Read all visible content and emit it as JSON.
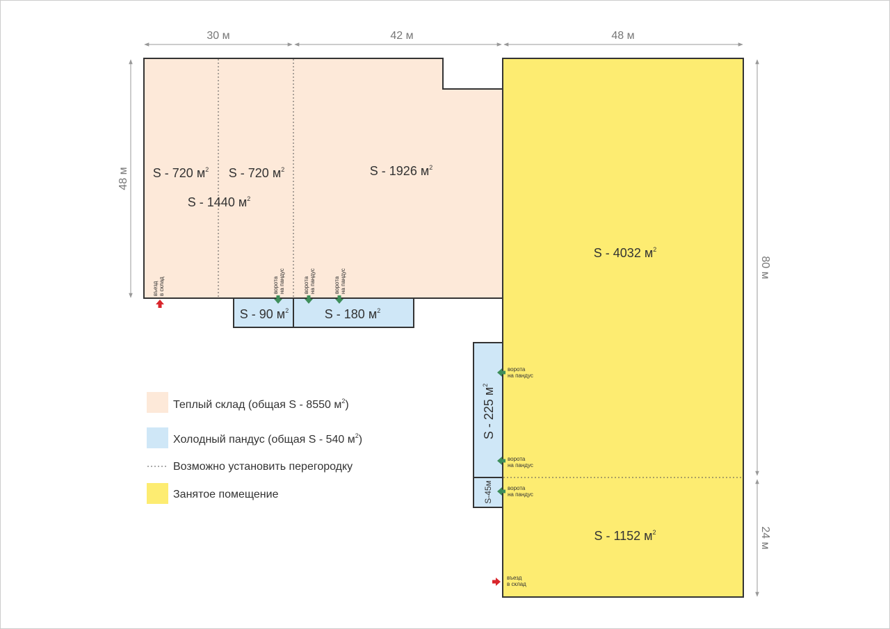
{
  "colors": {
    "warm": "#fde9d9",
    "cold": "#cfe7f7",
    "occupied": "#fdec71",
    "outline": "#333333",
    "dimension": "#999999",
    "gate_arrow": "#3e8e5a",
    "entry_arrow": "#d9262c"
  },
  "dimensions": {
    "top_left": "30 м",
    "top_mid": "42 м",
    "top_right": "48 м",
    "left": "48 м",
    "right_upper": "80 м",
    "right_lower": "24 м"
  },
  "areas": {
    "a720_1": "S - 720 м",
    "a720_2": "S - 720 м",
    "a1440": "S - 1440 м",
    "a1926": "S - 1926 м",
    "a4032": "S - 4032 м",
    "a1152": "S - 1152 м",
    "a90": "S - 90 м",
    "a180": "S - 180 м",
    "a225": "S - 225 м",
    "a45": "S-45м",
    "sq": "2"
  },
  "markers": {
    "entry": [
      "въезд",
      "в склад"
    ],
    "gate": [
      "ворота",
      "на пандус"
    ]
  },
  "legend": {
    "warm_text": "Теплый склад (общая S - 8550 м",
    "cold_text": "Холодный пандус (общая S - 540 м",
    "close_paren": ")",
    "partition_text": "Возможно установить перегородку",
    "occupied_text": "Занятое помещение"
  }
}
